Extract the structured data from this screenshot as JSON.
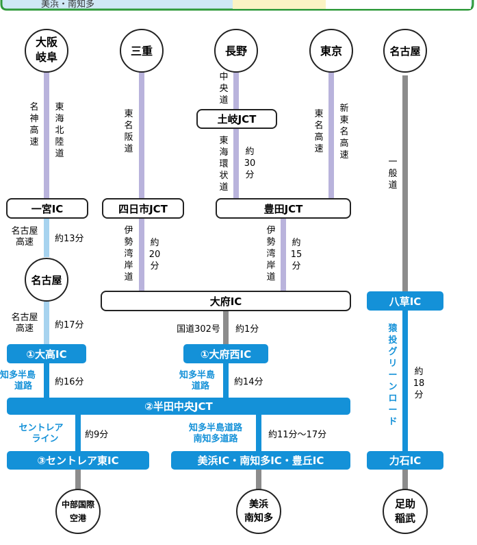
{
  "banner": {
    "text": "美浜・南知多"
  },
  "origins": {
    "osaka_gifu": [
      "大阪",
      "岐阜"
    ],
    "mie": "三重",
    "nagano": "長野",
    "tokyo": "東京",
    "nagoya_top": "名古屋",
    "nagoya_mid": "名古屋"
  },
  "destinations": {
    "chubu_airport": [
      "中部国際",
      "空港"
    ],
    "mihama": [
      "美浜",
      "南知多"
    ],
    "ashisuke": [
      "足助",
      "稲武"
    ]
  },
  "junctions": {
    "ichinomiya": "一宮IC",
    "yokkaichi": "四日市JCT",
    "toki": "土岐JCT",
    "toyota": "豊田JCT",
    "obu": "大府IC",
    "yakusa": "八草IC",
    "otaka": "①大高IC",
    "obu_nishi": "①大府西IC",
    "handa": "②半田中央JCT",
    "centrair_east": "③セントレア東IC",
    "mihama_ic": "美浜IC・南知多IC・豊丘IC",
    "chikaraishi": "力石IC"
  },
  "roads": {
    "meishin": [
      "名",
      "神",
      "高",
      "速"
    ],
    "tokai_hokuriku": [
      "東",
      "海",
      "北",
      "陸",
      "道"
    ],
    "higashi_meihan": [
      "東",
      "名",
      "阪",
      "道"
    ],
    "chuo": [
      "中",
      "央",
      "道"
    ],
    "tokai_kanjo": [
      "東",
      "海",
      "環",
      "状",
      "道"
    ],
    "tomei": [
      "東",
      "名",
      "高",
      "速"
    ],
    "shin_tomei": [
      "新",
      "東",
      "名",
      "高",
      "速"
    ],
    "ippan": [
      "一",
      "般",
      "道"
    ],
    "isewan_1": [
      "伊",
      "勢",
      "湾",
      "岸",
      "道"
    ],
    "isewan_2": [
      "伊",
      "勢",
      "湾",
      "岸",
      "道"
    ],
    "nagoya_exp_1": [
      "名古屋",
      "高速"
    ],
    "nagoya_exp_2": [
      "名古屋",
      "高速"
    ],
    "chita_hanto_1": [
      "知多半島",
      "道路"
    ],
    "centrair_line": [
      "セントレア",
      "ライン"
    ],
    "chita_minami": [
      "知多半島道路",
      "南知多道路"
    ],
    "national_302": "国道302号",
    "sanage": [
      "猿",
      "投",
      "グ",
      "リ",
      "ー",
      "ン",
      "ロ",
      "ー",
      "ド"
    ]
  },
  "times": {
    "toki_toyota": [
      "約",
      "30",
      "分"
    ],
    "ichinomiya_nagoya": "約13分",
    "yokkaichi_obu": [
      "約",
      "20",
      "分"
    ],
    "toyota_obu": [
      "約",
      "15",
      "分"
    ],
    "nagoya_otaka": "約17分",
    "obu_obunishi": "約1分",
    "otaka_handa": "約16分",
    "obunishi_handa": "約14分",
    "yakusa_chikaraishi": [
      "約",
      "18",
      "分"
    ],
    "handa_centrair": "約9分",
    "handa_mihama": "約11分～17分"
  },
  "colors": {
    "lavender_route": "#b9b3dc",
    "lightblue_route": "#a7d3ef",
    "gray_route": "#8c8c8c",
    "blue_route": "#1491d8",
    "green_frame": "#2f9a3a",
    "banner_fill": "#cfe8f6"
  }
}
